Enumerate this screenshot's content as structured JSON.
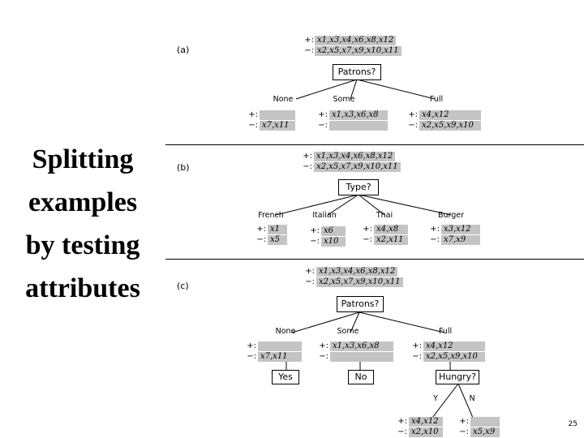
{
  "title_lines": [
    "Splitting",
    "examples",
    "by testing",
    "attributes"
  ],
  "page_number": "25",
  "panels": {
    "a": {
      "label": "(a)",
      "pos": "x1,x3,x4,x6,x8,x12",
      "neg": "x2,x5,x7,x9,x10,x11",
      "pos_sign": "+:",
      "neg_sign": "−:",
      "test": "Patrons?",
      "branches": [
        {
          "label": "None",
          "pos_sign": "+:",
          "pos": "",
          "neg_sign": "−:",
          "neg": "x7,x11"
        },
        {
          "label": "Some",
          "pos_sign": "+:",
          "pos": "x1,x3,x6,x8",
          "neg_sign": "−:",
          "neg": ""
        },
        {
          "label": "Full",
          "pos_sign": "+:",
          "pos": "x4,x12",
          "neg_sign": "−:",
          "neg": "x2,x5,x9,x10"
        }
      ]
    },
    "b": {
      "label": "(b)",
      "pos": "x1,x3,x4,x6,x8,x12",
      "neg": "x2,x5,x7,x9,x10,x11",
      "pos_sign": "+:",
      "neg_sign": "−:",
      "test": "Type?",
      "branches": [
        {
          "label": "French",
          "pos_sign": "+:",
          "pos": "x1",
          "neg_sign": "−:",
          "neg": "x5"
        },
        {
          "label": "Italian",
          "pos_sign": "+:",
          "pos": "x6",
          "neg_sign": "−:",
          "neg": "x10"
        },
        {
          "label": "Thai",
          "pos_sign": "+:",
          "pos": "x4,x8",
          "neg_sign": "−:",
          "neg": "x2,x11"
        },
        {
          "label": "Burger",
          "pos_sign": "+:",
          "pos": "x3,x12",
          "neg_sign": "−:",
          "neg": "x7,x9"
        }
      ]
    },
    "c": {
      "label": "(c)",
      "pos": "x1,x3,x4,x6,x8,x12",
      "neg": "x2,x5,x7,x9,x10,x11",
      "pos_sign": "+:",
      "neg_sign": "−:",
      "test": "Patrons?",
      "branches": [
        {
          "label": "None",
          "pos_sign": "+:",
          "pos": "",
          "neg_sign": "−:",
          "neg": "x7,x11",
          "leaf": "Yes"
        },
        {
          "label": "Some",
          "pos_sign": "+:",
          "pos": "x1,x3,x6,x8",
          "neg_sign": "−:",
          "neg": "",
          "leaf": "No"
        },
        {
          "label": "Full",
          "pos_sign": "+:",
          "pos": "x4,x12",
          "neg_sign": "−:",
          "neg": "x2,x5,x9,x10",
          "test": "Hungry?"
        }
      ],
      "sub_branches": [
        {
          "label": "Y",
          "pos_sign": "+:",
          "pos": "x4,x12",
          "neg_sign": "−:",
          "neg": "x2,x10"
        },
        {
          "label": "N",
          "pos_sign": "+:",
          "pos": "",
          "neg_sign": "−:",
          "neg": "x5,x9"
        }
      ]
    }
  }
}
